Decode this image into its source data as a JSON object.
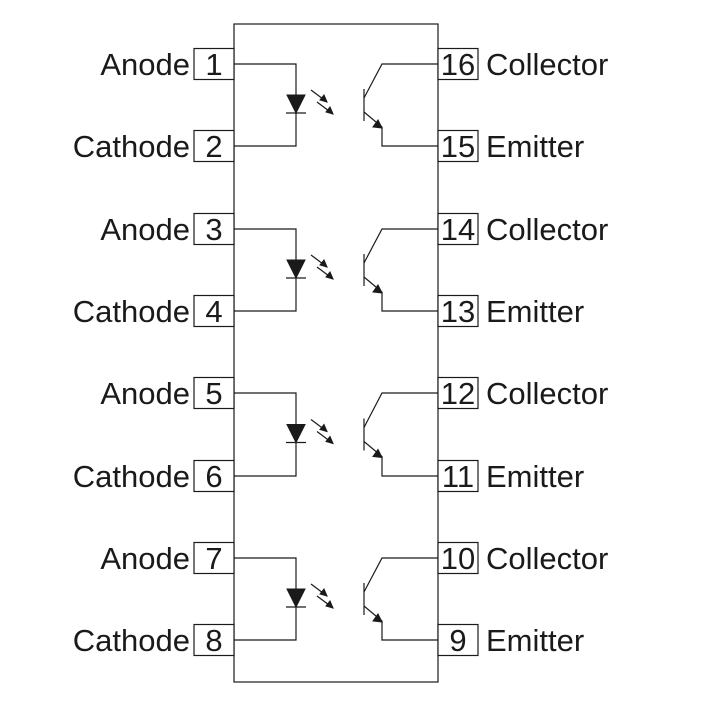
{
  "left_pins": [
    {
      "number": "1",
      "label": "Anode"
    },
    {
      "number": "2",
      "label": "Cathode"
    },
    {
      "number": "3",
      "label": "Anode"
    },
    {
      "number": "4",
      "label": "Cathode"
    },
    {
      "number": "5",
      "label": "Anode"
    },
    {
      "number": "6",
      "label": "Cathode"
    },
    {
      "number": "7",
      "label": "Anode"
    },
    {
      "number": "8",
      "label": "Cathode"
    }
  ],
  "right_pins": [
    {
      "number": "16",
      "label": "Collector"
    },
    {
      "number": "15",
      "label": "Emitter"
    },
    {
      "number": "14",
      "label": "Collector"
    },
    {
      "number": "13",
      "label": "Emitter"
    },
    {
      "number": "12",
      "label": "Collector"
    },
    {
      "number": "11",
      "label": "Emitter"
    },
    {
      "number": "10",
      "label": "Collector"
    },
    {
      "number": "9",
      "label": "Emitter"
    }
  ],
  "colors": {
    "line": "#1a1a1a",
    "background": "#ffffff"
  }
}
